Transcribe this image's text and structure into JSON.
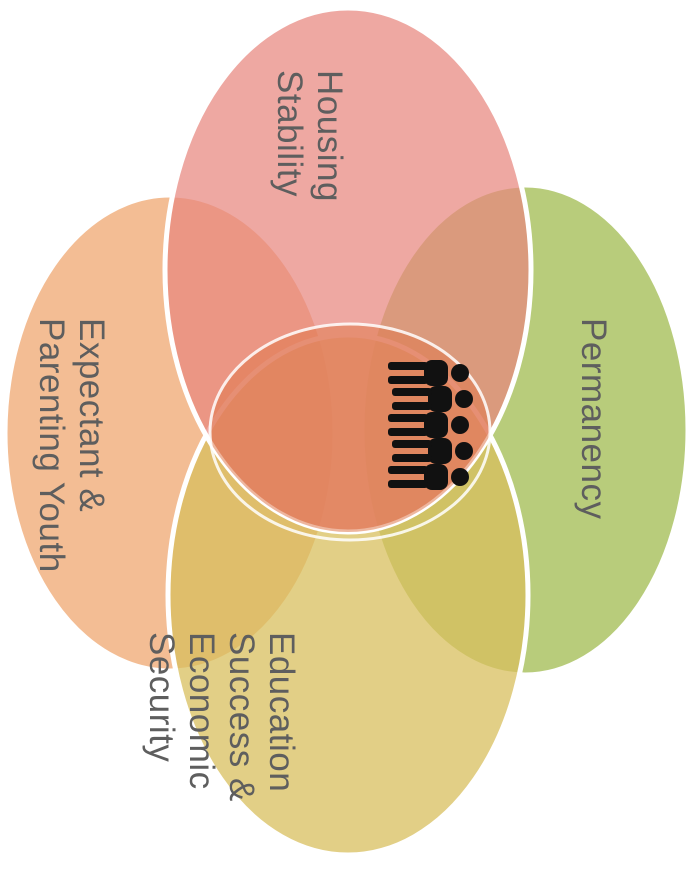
{
  "diagram": {
    "center_icon": "group-of-people-icon",
    "circles": [
      {
        "key": "housing",
        "lines": [
          "Housing",
          "Stability"
        ],
        "color": "#E8877E"
      },
      {
        "key": "permanency",
        "lines": [
          "Permanency"
        ],
        "color": "#A8C15E"
      },
      {
        "key": "education",
        "lines": [
          "Education",
          "Success &",
          "Economic",
          "Security"
        ],
        "color": "#D8BF5E"
      },
      {
        "key": "expectant",
        "lines": [
          "Expectant &",
          "Parenting Youth"
        ],
        "color": "#F0AE7D"
      }
    ],
    "center_color": "#E07A4E",
    "icon_color": "#111111"
  }
}
